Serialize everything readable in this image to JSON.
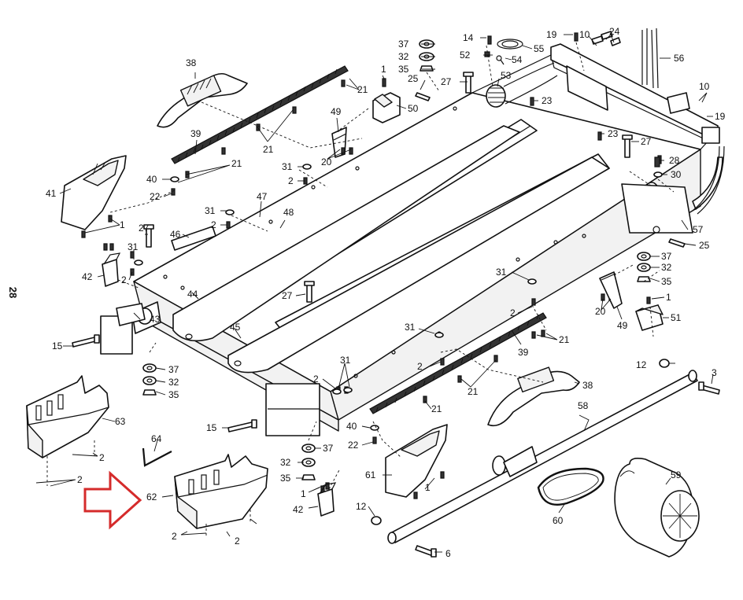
{
  "page_number": "28",
  "callouts": [
    {
      "id": "c37a",
      "text": "37"
    },
    {
      "id": "c32a",
      "text": "32"
    },
    {
      "id": "c35a",
      "text": "35"
    },
    {
      "id": "c14",
      "text": "14"
    },
    {
      "id": "c55",
      "text": "55"
    },
    {
      "id": "c52",
      "text": "52"
    },
    {
      "id": "c54",
      "text": "54"
    },
    {
      "id": "c19a",
      "text": "19"
    },
    {
      "id": "c10a",
      "text": "10"
    },
    {
      "id": "c24",
      "text": "24"
    },
    {
      "id": "c56",
      "text": "56"
    },
    {
      "id": "c38a",
      "text": "38"
    },
    {
      "id": "c1a",
      "text": "1"
    },
    {
      "id": "c21a",
      "text": "21"
    },
    {
      "id": "c25a",
      "text": "25"
    },
    {
      "id": "c27a",
      "text": "27"
    },
    {
      "id": "c53",
      "text": "53"
    },
    {
      "id": "c50",
      "text": "50"
    },
    {
      "id": "c23a",
      "text": "23"
    },
    {
      "id": "c10b",
      "text": "10"
    },
    {
      "id": "c19b",
      "text": "19"
    },
    {
      "id": "c49a",
      "text": "49"
    },
    {
      "id": "c21b",
      "text": "21"
    },
    {
      "id": "c39a",
      "text": "39"
    },
    {
      "id": "c23b",
      "text": "23"
    },
    {
      "id": "c27b",
      "text": "27"
    },
    {
      "id": "c28",
      "text": "28"
    },
    {
      "id": "c30",
      "text": "30"
    },
    {
      "id": "c20a",
      "text": "20"
    },
    {
      "id": "c21c",
      "text": "21"
    },
    {
      "id": "c31a",
      "text": "31"
    },
    {
      "id": "c2a",
      "text": "2"
    },
    {
      "id": "c40a",
      "text": "40"
    },
    {
      "id": "c22a",
      "text": "22"
    },
    {
      "id": "c41",
      "text": "41"
    },
    {
      "id": "c47",
      "text": "47"
    },
    {
      "id": "c31b",
      "text": "31"
    },
    {
      "id": "c48",
      "text": "48"
    },
    {
      "id": "c2b",
      "text": "2"
    },
    {
      "id": "c1b",
      "text": "1"
    },
    {
      "id": "c27c",
      "text": "27"
    },
    {
      "id": "c46",
      "text": "46"
    },
    {
      "id": "c31c",
      "text": "31"
    },
    {
      "id": "c2c",
      "text": "2"
    },
    {
      "id": "c42a",
      "text": "42"
    },
    {
      "id": "c57",
      "text": "57"
    },
    {
      "id": "c25b",
      "text": "25"
    },
    {
      "id": "c37b",
      "text": "37"
    },
    {
      "id": "c32b",
      "text": "32"
    },
    {
      "id": "c35b",
      "text": "35"
    },
    {
      "id": "c31d",
      "text": "31"
    },
    {
      "id": "c44",
      "text": "44"
    },
    {
      "id": "c27d",
      "text": "27"
    },
    {
      "id": "c1c",
      "text": "1"
    },
    {
      "id": "c51",
      "text": "51"
    },
    {
      "id": "c20b",
      "text": "20"
    },
    {
      "id": "c49b",
      "text": "49"
    },
    {
      "id": "c43",
      "text": "43"
    },
    {
      "id": "c2d",
      "text": "2"
    },
    {
      "id": "c31e",
      "text": "31"
    },
    {
      "id": "c45",
      "text": "45"
    },
    {
      "id": "c21d",
      "text": "21"
    },
    {
      "id": "c39b",
      "text": "39"
    },
    {
      "id": "c15a",
      "text": "15"
    },
    {
      "id": "c2e",
      "text": "2"
    },
    {
      "id": "c37c",
      "text": "37"
    },
    {
      "id": "c32c",
      "text": "32"
    },
    {
      "id": "c35c",
      "text": "35"
    },
    {
      "id": "c31f",
      "text": "31"
    },
    {
      "id": "c2f",
      "text": "2"
    },
    {
      "id": "c21e",
      "text": "21"
    },
    {
      "id": "c12a",
      "text": "12"
    },
    {
      "id": "c3",
      "text": "3"
    },
    {
      "id": "c38b",
      "text": "38"
    },
    {
      "id": "c63",
      "text": "63"
    },
    {
      "id": "c21f",
      "text": "21"
    },
    {
      "id": "c58",
      "text": "58"
    },
    {
      "id": "c15b",
      "text": "15"
    },
    {
      "id": "c40b",
      "text": "40"
    },
    {
      "id": "c64",
      "text": "64"
    },
    {
      "id": "c22b",
      "text": "22"
    },
    {
      "id": "c37d",
      "text": "37"
    },
    {
      "id": "c2g",
      "text": "2"
    },
    {
      "id": "c2h",
      "text": "2"
    },
    {
      "id": "c32d",
      "text": "32"
    },
    {
      "id": "c61",
      "text": "61"
    },
    {
      "id": "c59",
      "text": "59"
    },
    {
      "id": "c35d",
      "text": "35"
    },
    {
      "id": "c1d",
      "text": "1"
    },
    {
      "id": "c62",
      "text": "62"
    },
    {
      "id": "c1e",
      "text": "1"
    },
    {
      "id": "c42b",
      "text": "42"
    },
    {
      "id": "c12b",
      "text": "12"
    },
    {
      "id": "c60",
      "text": "60"
    },
    {
      "id": "c2i",
      "text": "2"
    },
    {
      "id": "c2j",
      "text": "2"
    },
    {
      "id": "c6",
      "text": "6"
    }
  ],
  "colors": {
    "linework": "#111111",
    "highlight_arrow": "#d52b2b",
    "background": "#ffffff"
  },
  "highlight": {
    "icon": "red-outline-arrow-icon",
    "points_to_part": "62"
  }
}
